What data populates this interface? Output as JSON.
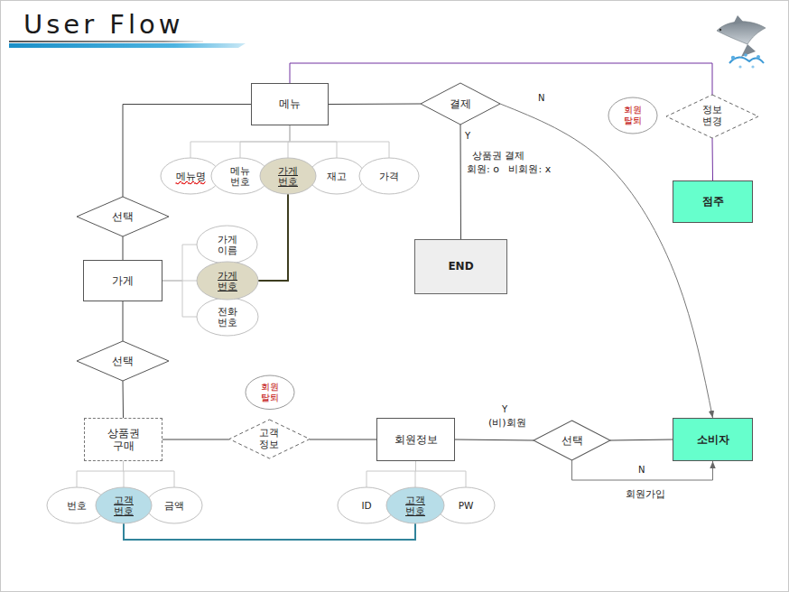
{
  "diagram": {
    "title": "User Flow",
    "nodes": [
      {
        "text": [
          "메뉴"
        ]
      },
      {
        "text": [
          "결제"
        ]
      },
      {
        "text": [
          "회원 탈퇴"
        ]
      },
      {
        "text": [
          "정보 변경"
        ]
      },
      {
        "text": [
          "메뉴명"
        ]
      },
      {
        "text": [
          "메뉴 번호"
        ]
      },
      {
        "text": [
          "가게 번호"
        ]
      },
      {
        "text": [
          "재고"
        ]
      },
      {
        "text": [
          "가격"
        ]
      },
      {
        "text": [
          "점주"
        ]
      },
      {
        "text": [
          "선택"
        ]
      },
      {
        "text": [
          "가게 이름"
        ]
      },
      {
        "text": [
          "END"
        ]
      },
      {
        "text": [
          "가게"
        ]
      },
      {
        "text": [
          "가게 번호"
        ]
      },
      {
        "text": [
          "전화 번호"
        ]
      },
      {
        "text": [
          "선택"
        ]
      },
      {
        "text": [
          "회원 탈퇴"
        ]
      },
      {
        "text": [
          "상품권 구매"
        ]
      },
      {
        "text": [
          "고객 정보"
        ]
      },
      {
        "text": [
          "회원정보"
        ]
      },
      {
        "text": [
          "선택"
        ]
      },
      {
        "text": [
          "소비자"
        ]
      },
      {
        "text": [
          "번호"
        ]
      },
      {
        "text": [
          "고객 번호"
        ]
      },
      {
        "text": [
          "금액"
        ]
      },
      {
        "text": [
          "ID"
        ]
      },
      {
        "text": [
          "고객 번호"
        ]
      },
      {
        "text": [
          "PW"
        ]
      }
    ],
    "edges": [
      {
        "from": 0,
        "to": 1,
        "arrow": "none"
      },
      {
        "from": 1,
        "to": 22,
        "arrow": "to",
        "label": "N"
      },
      {
        "from": 1,
        "to": 12,
        "arrow": "none",
        "label": "Y"
      },
      {
        "from": 9,
        "to": 3,
        "arrow": "none"
      },
      {
        "from": 3,
        "to": 0,
        "arrow": "none"
      },
      {
        "from": 0,
        "to": 4,
        "arrow": "none"
      },
      {
        "from": 0,
        "to": 5,
        "arrow": "none"
      },
      {
        "from": 0,
        "to": 6,
        "arrow": "none"
      },
      {
        "from": 0,
        "to": 7,
        "arrow": "none"
      },
      {
        "from": 0,
        "to": 8,
        "arrow": "none"
      },
      {
        "from": 0,
        "to": 10,
        "arrow": "none"
      },
      {
        "from": 10,
        "to": 13,
        "arrow": "none"
      },
      {
        "from": 13,
        "to": 11,
        "arrow": "none"
      },
      {
        "from": 13,
        "to": 14,
        "arrow": "none"
      },
      {
        "from": 13,
        "to": 15,
        "arrow": "none"
      },
      {
        "from": 6,
        "to": 14,
        "arrow": "none"
      },
      {
        "from": 13,
        "to": 16,
        "arrow": "none"
      },
      {
        "from": 16,
        "to": 18,
        "arrow": "none"
      },
      {
        "from": 18,
        "to": 19,
        "arrow": "none"
      },
      {
        "from": 19,
        "to": 20,
        "arrow": "none"
      },
      {
        "from": 20,
        "to": 21,
        "arrow": "none",
        "label": "Y"
      },
      {
        "from": 21,
        "to": 22,
        "arrow": "none"
      },
      {
        "from": 21,
        "to": 22,
        "arrow": "to",
        "label": "N"
      },
      {
        "from": 18,
        "to": 23,
        "arrow": "none"
      },
      {
        "from": 18,
        "to": 24,
        "arrow": "none"
      },
      {
        "from": 18,
        "to": 25,
        "arrow": "none"
      },
      {
        "from": 20,
        "to": 26,
        "arrow": "none"
      },
      {
        "from": 20,
        "to": 27,
        "arrow": "none"
      },
      {
        "from": 20,
        "to": 28,
        "arrow": "none"
      },
      {
        "from": 24,
        "to": 27,
        "arrow": "none"
      }
    ],
    "labels": [
      "상품권 결제",
      "회원: o   비회원: x",
      "(비)회원",
      "회원가입"
    ]
  }
}
